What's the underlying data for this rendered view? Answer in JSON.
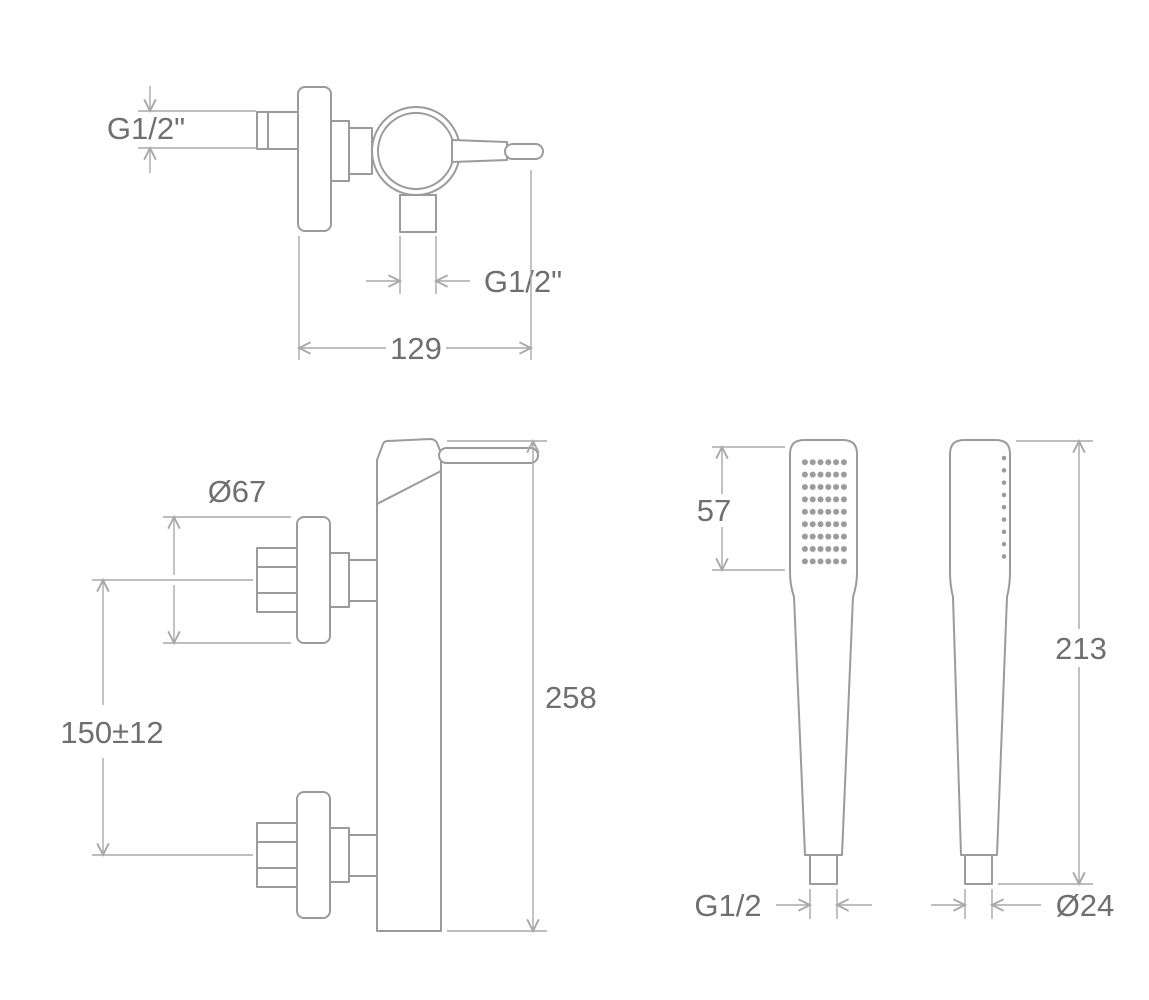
{
  "drawing": {
    "subject": "wall-mounted single-lever shower mixer with hand shower",
    "line_color": "#9b9b9b",
    "dimension_color": "#a9a9a9",
    "label_color": "#6f6f6f"
  },
  "top_view": {
    "inlet_thread_label": "G1/2\"",
    "outlet_thread_label": "G1/2\"",
    "depth_dimension": "129"
  },
  "front_view": {
    "escutcheon_diameter": "Ø67",
    "inlet_spacing": "150±12",
    "overall_height": "258"
  },
  "hand_shower_front": {
    "head_length": "57",
    "thread_label": "G1/2"
  },
  "hand_shower_side": {
    "overall_length": "213",
    "diameter": "Ø24"
  }
}
